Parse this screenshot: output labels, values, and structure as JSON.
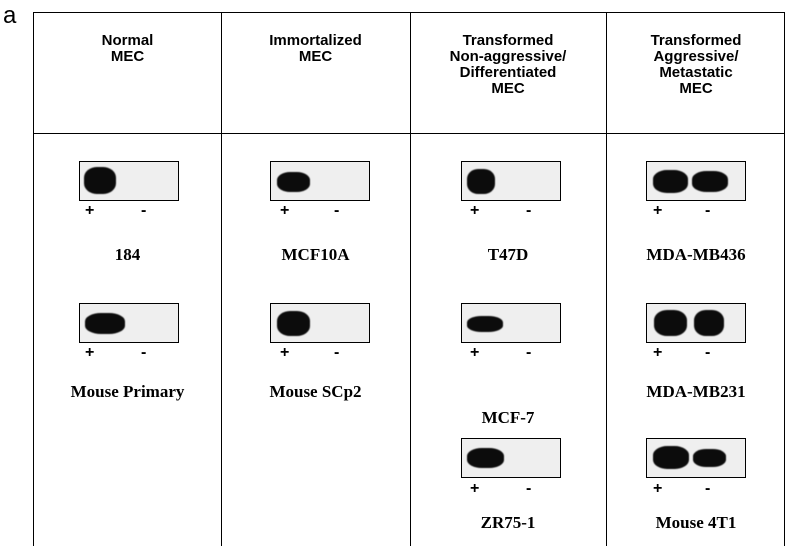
{
  "panel_label": "a",
  "columns": [
    {
      "header": "Normal\nMEC"
    },
    {
      "header": "Immortalized\nMEC"
    },
    {
      "header": "Transformed\nNon-aggressive/\nDifferentiated\nMEC"
    },
    {
      "header": "Transformed\nAggressive/\nMetastatic\nMEC"
    }
  ],
  "lane_signs": {
    "plus": "+",
    "minus": "-"
  },
  "cells": [
    {
      "label": "184"
    },
    {
      "label": "Mouse Primary"
    },
    {
      "label": "MCF10A"
    },
    {
      "label": "Mouse SCp2"
    },
    {
      "label": "T47D"
    },
    {
      "label": "MCF-7"
    },
    {
      "label": "ZR75-1"
    },
    {
      "label": "MDA-MB436"
    },
    {
      "label": "MDA-MB231"
    },
    {
      "label": "Mouse 4T1"
    }
  ]
}
